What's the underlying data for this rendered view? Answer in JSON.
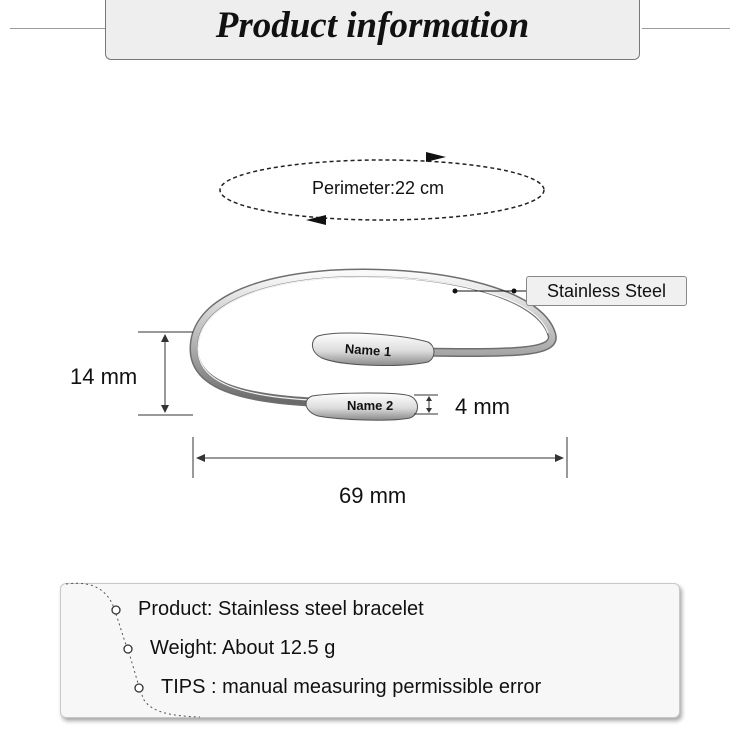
{
  "header": {
    "title": "Product information"
  },
  "diagram": {
    "perimeter_label": "Perimeter:22 cm",
    "material_label": "Stainless Steel",
    "height_label": "14 mm",
    "end_width_label": "4 mm",
    "width_label": "69 mm",
    "engraving_1": "Name 1",
    "engraving_2": "Name 2"
  },
  "info": {
    "lines": [
      "Product: Stainless steel bracelet",
      "Weight: About 12.5 g",
      "TIPS : manual measuring permissible error"
    ]
  }
}
